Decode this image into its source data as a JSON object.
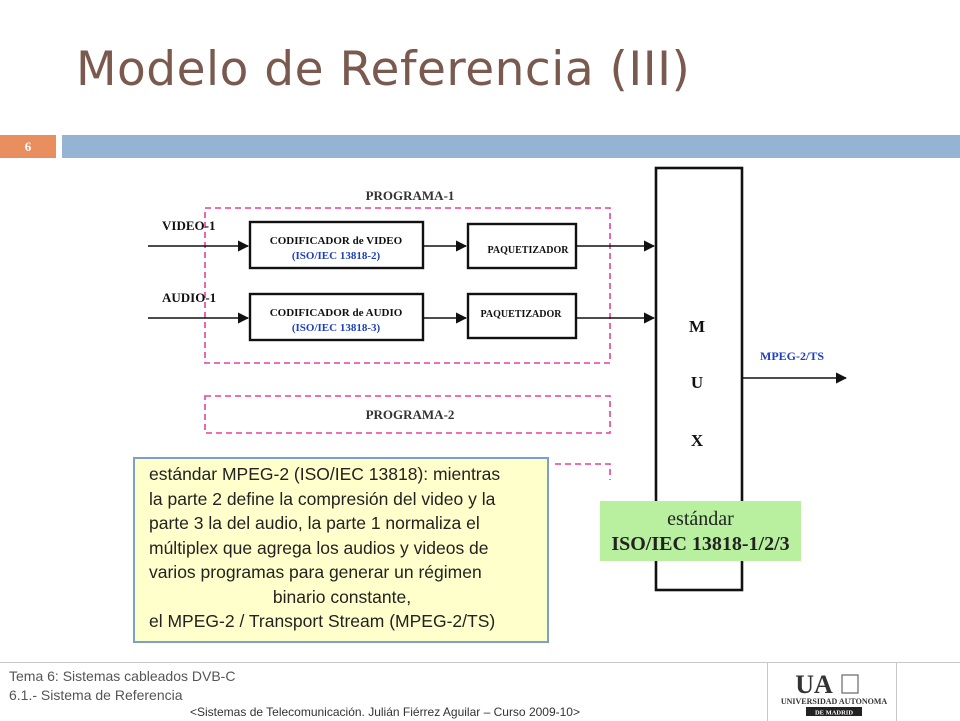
{
  "slide": {
    "title": "Modelo de Referencia (III)",
    "number": "6"
  },
  "diagram": {
    "program1_label": "PROGRAMA-1",
    "program2_label": "PROGRAMA-2",
    "video_input": "VIDEO-1",
    "audio_input": "AUDIO-1",
    "video_encoder_l1": "CODIFICADOR de VIDEO",
    "video_encoder_l2": "(ISO/IEC 13818-2)",
    "audio_encoder_l1": "CODIFICADOR de AUDIO",
    "audio_encoder_l2": "(ISO/IEC 13818-3)",
    "packetizer_video": "PAQUETIZADOR",
    "packetizer_audio": "PAQUETIZADOR",
    "mux_m": "M",
    "mux_u": "U",
    "mux_x": "X",
    "output_label": "MPEG-2/TS",
    "colors": {
      "dashed_border": "#e8409a",
      "standard_blue": "#1f3fc0",
      "box_stroke": "#111111"
    }
  },
  "note": {
    "lines": [
      "estándar MPEG-2 (ISO/IEC 13818):  mientras",
      "la parte 2 define la compresión del video  y la",
      "parte  3  la del audio,  la parte 1  normaliza el",
      "múltiplex  que  agrega los audios y videos de",
      "varios  programas  para  generar  un régimen",
      "binario constante,",
      "el  MPEG-2 / Transport Stream  (MPEG-2/TS)"
    ]
  },
  "standard_box": {
    "line1": "estándar",
    "line2": "ISO/IEC 13818-1/2/3"
  },
  "footer": {
    "line1": "Tema 6: Sistemas cableados DVB-C",
    "line2": "6.1.- Sistema de Referencia",
    "credit": "<Sistemas de Telecomunicación. Julián Fiérrez Aguilar – Curso 2009-10>",
    "logo_main": "UA",
    "logo_name": "UNIVERSIDAD AUTONOMA",
    "logo_sub": "DE MADRID"
  }
}
